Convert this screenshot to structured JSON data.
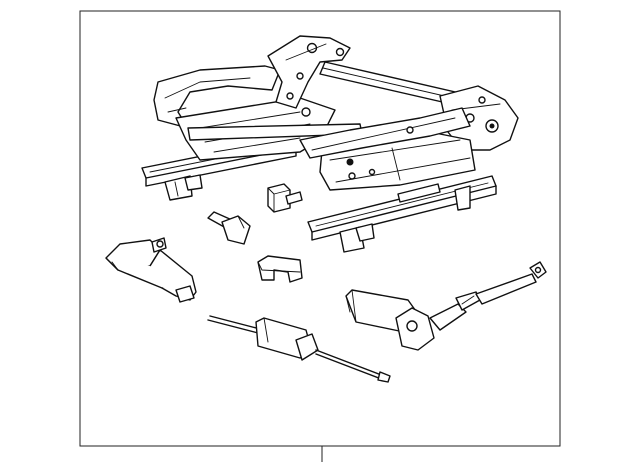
{
  "diagram": {
    "kind": "exploded-parts-illustration",
    "background": "#ffffff",
    "line_color": "#111111",
    "parts": [
      "seat-track-frame",
      "height-adjust-motor",
      "small-pin-fastener",
      "square-plug-fastener",
      "u-clip-bracket",
      "recliner-motor-assembly",
      "drive-cable-rod",
      "tilt-motor"
    ]
  }
}
